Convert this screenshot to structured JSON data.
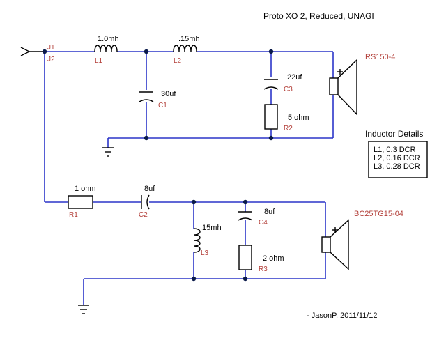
{
  "title": "Proto XO 2, Reduced, UNAGI",
  "author_line": "- JasonP, 2011/11/12",
  "input": {
    "label_top": "J1",
    "label_bottom": "J2"
  },
  "woofer": {
    "L1": {
      "value": "1.0mh",
      "ref": "L1"
    },
    "L2": {
      "value": ".15mh",
      "ref": "L2"
    },
    "C1": {
      "value": "30uf",
      "ref": "C1"
    },
    "C3": {
      "value": "22uf",
      "ref": "C3"
    },
    "R2": {
      "value": "5 ohm",
      "ref": "R2"
    },
    "driver": {
      "name": "RS150-4",
      "polarity": "+"
    }
  },
  "tweeter": {
    "R1": {
      "value": "1 ohm",
      "ref": "R1"
    },
    "C2": {
      "value": "8uf",
      "ref": "C2"
    },
    "L3": {
      "value": ".15mh",
      "ref": "L3"
    },
    "C4": {
      "value": "8uf",
      "ref": "C4"
    },
    "R3": {
      "value": "2 ohm",
      "ref": "R3"
    },
    "driver": {
      "name": "BC25TG15-04",
      "polarity": "+"
    }
  },
  "inductor_details": {
    "heading": "Inductor Details",
    "lines": [
      "L1, 0.3 DCR",
      "L2, 0.16 DCR",
      "L3, 0.28 DCR"
    ]
  },
  "colors": {
    "wire": "#2b35c9",
    "ref_label": "#b3403a",
    "component": "#000000"
  }
}
